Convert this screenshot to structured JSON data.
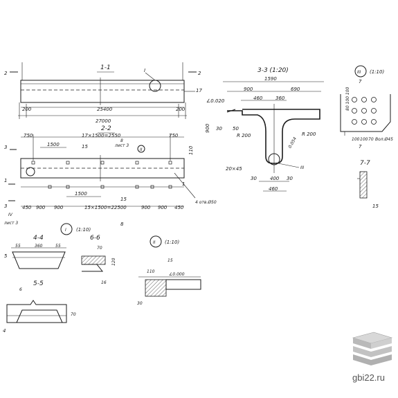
{
  "labels": {
    "sec11": "1-1",
    "sec22": "2-2",
    "sec33": "3-3 (1:20)",
    "sec44": "4-4",
    "sec55": "5-5",
    "sec66": "6-6",
    "sec77": "7-7",
    "detI": "I",
    "detI_scale": "(1:10)",
    "detII": "II",
    "detII_scale": "(1:10)",
    "detIII": "III",
    "detIII_scale": "(1:10)"
  },
  "dims": {
    "d25400": "25400",
    "d27000": "27000",
    "d200a": "200",
    "d200b": "200",
    "d17": "17",
    "d750a": "750",
    "d750b": "750",
    "d17x1500": "17×1500=2550",
    "d1500a": "1500",
    "d15a": "15",
    "d1500b": "1500",
    "d15x1500": "15×1500=22500",
    "d450a": "450",
    "d900a": "900",
    "d900b": "900",
    "d900c": "900",
    "d900d": "900",
    "d450b": "450",
    "d110": "110",
    "d4otv": "4 отв.Ø50",
    "d1590": "1590",
    "d900e": "900",
    "d690": "690",
    "d460a": "460",
    "d360a": "360",
    "d0020": "∠0.020",
    "d30a": "30",
    "d50a": "50",
    "d900v": "900",
    "dR200a": "R 200",
    "dR200b": "R 200",
    "d0054": "0.054",
    "d20x45": "20×45",
    "d30b": "30",
    "d400": "400",
    "d30c": "30",
    "d460b": "460",
    "d55a": "55",
    "d360b": "360",
    "d55b": "55",
    "d5": "5",
    "d70a": "70",
    "d120": "120",
    "d16": "16",
    "d6": "6",
    "d70b": "70",
    "d4": "4",
    "d7a": "7",
    "d7b": "7",
    "d80100": "80 100 100",
    "d100a": "100",
    "d100b": "100",
    "d100c": "100",
    "d70c": "70",
    "dBol": "Вол.Ø45",
    "d15b": "15",
    "d15c": "15",
    "d110b": "110",
    "d0000": "∠0.000",
    "d30d": "30",
    "d2a": "2",
    "d2b": "2",
    "d3a": "3",
    "d3b": "3",
    "d1a": "1",
    "d1b": "1",
    "d8a": "8",
    "d8b": "8",
    "lista3a": "лист 3",
    "lista3b": "лист 3",
    "dIIa": "II",
    "dIa": "I",
    "dIIIa": "III",
    "dIVa": "IV"
  },
  "watermark": "gbi22.ru"
}
